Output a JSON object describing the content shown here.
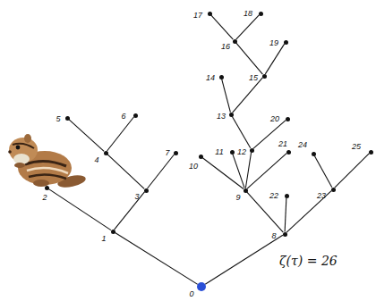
{
  "diagram": {
    "nodes": [
      {
        "text": [
          "0"
        ]
      },
      {
        "text": [
          "1"
        ]
      },
      {
        "text": [
          "2"
        ]
      },
      {
        "text": [
          "3"
        ]
      },
      {
        "text": [
          "4"
        ]
      },
      {
        "text": [
          "5"
        ]
      },
      {
        "text": [
          "6"
        ]
      },
      {
        "text": [
          "7"
        ]
      },
      {
        "text": [
          "8"
        ]
      },
      {
        "text": [
          "9"
        ]
      },
      {
        "text": [
          "10"
        ]
      },
      {
        "text": [
          "11"
        ]
      },
      {
        "text": [
          "12"
        ]
      },
      {
        "text": [
          "13"
        ]
      },
      {
        "text": [
          "14"
        ]
      },
      {
        "text": [
          "15"
        ]
      },
      {
        "text": [
          "16"
        ]
      },
      {
        "text": [
          "17"
        ]
      },
      {
        "text": [
          "18"
        ]
      },
      {
        "text": [
          "19"
        ]
      },
      {
        "text": [
          "20"
        ]
      },
      {
        "text": [
          "21"
        ]
      },
      {
        "text": [
          "22"
        ]
      },
      {
        "text": [
          "23"
        ]
      },
      {
        "text": [
          "24"
        ]
      },
      {
        "text": [
          "25"
        ]
      }
    ],
    "edges": [
      {
        "from": 0,
        "to": 1,
        "arrow": "none"
      },
      {
        "from": 1,
        "to": 2,
        "arrow": "none"
      },
      {
        "from": 1,
        "to": 3,
        "arrow": "none"
      },
      {
        "from": 3,
        "to": 4,
        "arrow": "none"
      },
      {
        "from": 4,
        "to": 5,
        "arrow": "none"
      },
      {
        "from": 4,
        "to": 6,
        "arrow": "none"
      },
      {
        "from": 3,
        "to": 7,
        "arrow": "none"
      },
      {
        "from": 0,
        "to": 8,
        "arrow": "none"
      },
      {
        "from": 8,
        "to": 9,
        "arrow": "none"
      },
      {
        "from": 9,
        "to": 10,
        "arrow": "none"
      },
      {
        "from": 9,
        "to": 11,
        "arrow": "none"
      },
      {
        "from": 9,
        "to": 12,
        "arrow": "none"
      },
      {
        "from": 12,
        "to": 13,
        "arrow": "none"
      },
      {
        "from": 13,
        "to": 14,
        "arrow": "none"
      },
      {
        "from": 13,
        "to": 15,
        "arrow": "none"
      },
      {
        "from": 15,
        "to": 16,
        "arrow": "none"
      },
      {
        "from": 16,
        "to": 17,
        "arrow": "none"
      },
      {
        "from": 16,
        "to": 18,
        "arrow": "none"
      },
      {
        "from": 15,
        "to": 19,
        "arrow": "none"
      },
      {
        "from": 12,
        "to": 20,
        "arrow": "none"
      },
      {
        "from": 9,
        "to": 21,
        "arrow": "none"
      },
      {
        "from": 8,
        "to": 22,
        "arrow": "none"
      },
      {
        "from": 8,
        "to": 23,
        "arrow": "none"
      },
      {
        "from": 23,
        "to": 24,
        "arrow": "none"
      },
      {
        "from": 23,
        "to": 25,
        "arrow": "none"
      }
    ],
    "labels": [
      "ζ(τ) = 26"
    ]
  }
}
